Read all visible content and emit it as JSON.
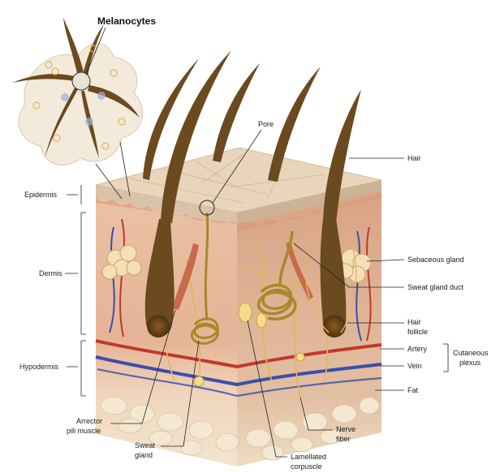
{
  "labels": {
    "melanocytes": "Melanocytes",
    "pore": "Pore",
    "hair": "Hair",
    "epidermis": "Epidermis",
    "dermis": "Dermis",
    "hypodermis": "Hypodermis",
    "sebaceous_gland": "Sebaceous gland",
    "sweat_gland_duct": "Sweat gland duct",
    "hair_follicle_1": "Hair",
    "hair_follicle_2": "follicle",
    "artery": "Artery",
    "vein": "Vein",
    "cutaneous_plexus_1": "Cutaneous",
    "cutaneous_plexus_2": "plexus",
    "fat": "Fat",
    "arrector_1": "Arrector",
    "arrector_2": "pili muscle",
    "sweat_gland_1": "Sweat",
    "sweat_gland_2": "gland",
    "nerve_fiber_1": "Nerve",
    "nerve_fiber_2": "fiber",
    "lamellated_1": "Lamellated",
    "lamellated_2": "corpuscle"
  },
  "colors": {
    "epidermis_top": "#e6cfb4",
    "dermis": "#e8b99a",
    "dermis_side": "#d9a184",
    "hypodermis": "#f2e3c8",
    "hair": "#6b4a1f",
    "artery": "#c0392b",
    "vein": "#3b4fa8",
    "nerve": "#e0b85a",
    "gland": "#a6892c"
  }
}
